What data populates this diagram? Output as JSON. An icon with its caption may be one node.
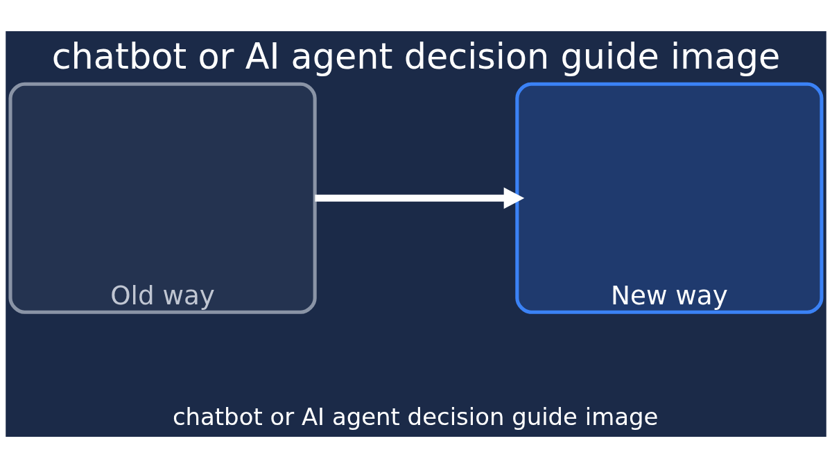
{
  "diagram": {
    "title": "chatbot or AI agent decision guide image",
    "caption": "chatbot or AI agent decision guide image",
    "nodes": [
      {
        "text": [
          "Old way"
        ]
      },
      {
        "text": [
          "New way"
        ]
      }
    ],
    "edges": [
      {
        "from": 0,
        "to": 1,
        "arrow": "to"
      }
    ]
  }
}
